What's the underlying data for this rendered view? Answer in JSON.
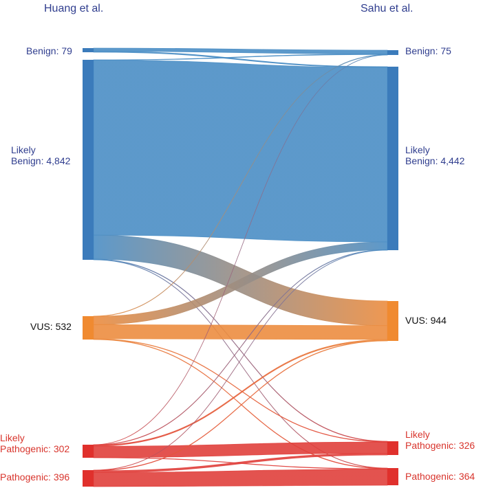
{
  "left_header": "Huang et al.",
  "right_header": "Sahu et al.",
  "left_nodes": [
    {
      "pre": "Benign: ",
      "val": "79",
      "color": "#3b7bbb",
      "label_color": "blue"
    },
    {
      "pre": "Likely\nBenign: ",
      "val": "4,842",
      "color": "#3b7bbb",
      "label_color": "blue"
    },
    {
      "pre": "VUS: ",
      "val": "532",
      "color": "#f08a30",
      "label_color": "black"
    },
    {
      "pre": "Likely\nPathogenic: ",
      "val": "302",
      "color": "#e0302c",
      "label_color": "red"
    },
    {
      "pre": "Pathogenic: ",
      "val": "396",
      "color": "#e0302c",
      "label_color": "red"
    }
  ],
  "right_nodes": [
    {
      "pre": "Benign: ",
      "val": "75",
      "color": "#3b7bbb",
      "label_color": "blue"
    },
    {
      "pre": "Likely\nBenign: ",
      "val": "4,442",
      "color": "#3b7bbb",
      "label_color": "blue"
    },
    {
      "pre": "VUS: ",
      "val": "944",
      "color": "#f08a30",
      "label_color": "black"
    },
    {
      "pre": "Likely\nPathogenic: ",
      "val": "326",
      "color": "#e0302c",
      "label_color": "red"
    },
    {
      "pre": "Pathogenic: ",
      "val": "364",
      "color": "#e0302c",
      "label_color": "red"
    }
  ],
  "flows": [
    {
      "from": 0,
      "to": 0,
      "value": 60
    },
    {
      "from": 0,
      "to": 1,
      "value": 19
    },
    {
      "from": 1,
      "to": 0,
      "value": 8
    },
    {
      "from": 1,
      "to": 1,
      "value": 4220
    },
    {
      "from": 1,
      "to": 2,
      "value": 580
    },
    {
      "from": 1,
      "to": 3,
      "value": 10
    },
    {
      "from": 1,
      "to": 4,
      "value": 6
    },
    {
      "from": 2,
      "to": 0,
      "value": 5
    },
    {
      "from": 2,
      "to": 1,
      "value": 190
    },
    {
      "from": 2,
      "to": 2,
      "value": 325
    },
    {
      "from": 2,
      "to": 3,
      "value": 9
    },
    {
      "from": 2,
      "to": 4,
      "value": 9
    },
    {
      "from": 3,
      "to": 0,
      "value": 2
    },
    {
      "from": 3,
      "to": 1,
      "value": 8
    },
    {
      "from": 3,
      "to": 2,
      "value": 25
    },
    {
      "from": 3,
      "to": 3,
      "value": 265
    },
    {
      "from": 3,
      "to": 4,
      "value": 8
    },
    {
      "from": 4,
      "to": 1,
      "value": 4
    },
    {
      "from": 4,
      "to": 2,
      "value": 10
    },
    {
      "from": 4,
      "to": 3,
      "value": 42
    },
    {
      "from": 4,
      "to": 4,
      "value": 341
    }
  ]
}
